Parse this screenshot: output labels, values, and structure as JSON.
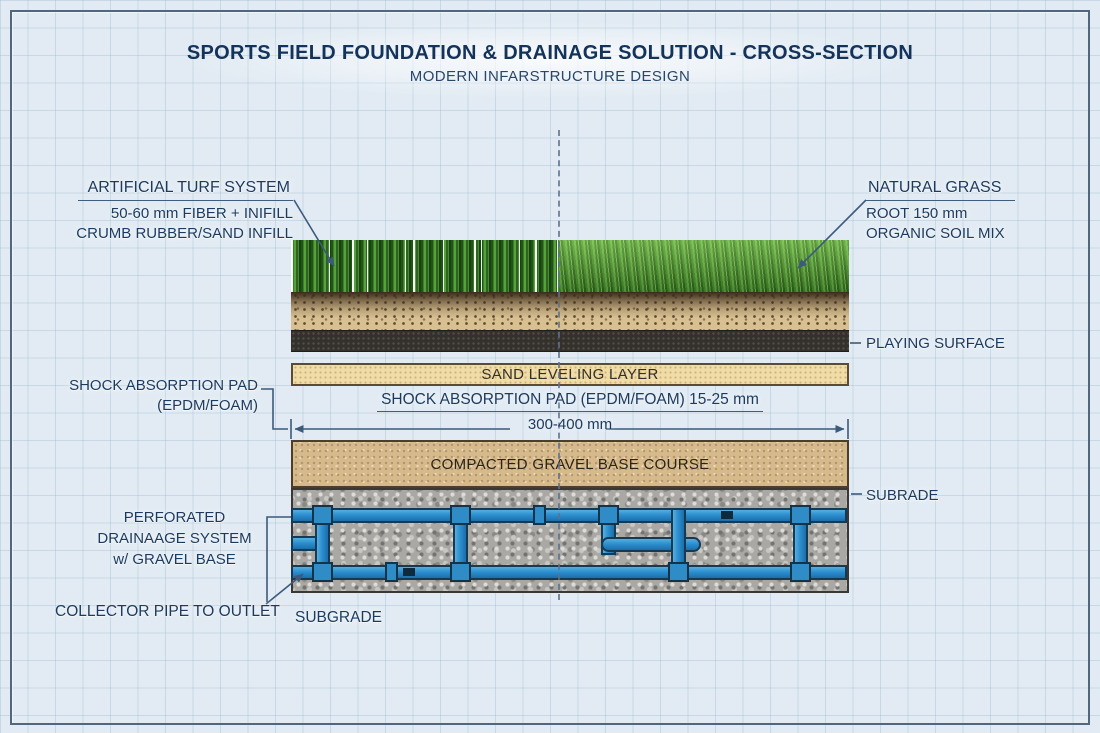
{
  "header": {
    "title": "SPORTS FIELD FOUNDATION & DRAINAGE SOLUTION - CROSS-SECTION",
    "subtitle": "MODERN INFARSTRUCTURE DESIGN"
  },
  "annotations": {
    "artificial_turf": {
      "title": "ARTIFICIAL TURF SYSTEM",
      "detail1": "50-60 mm FIBER + INIFILL",
      "detail2": "CRUMB RUBBER/SAND INFILL"
    },
    "natural_grass": {
      "title": "NATURAL GRASS",
      "detail1": "ROOT 150 mm",
      "detail2": "ORGANIC SOIL MIX"
    },
    "playing_surface": "PLAYING SURFACE",
    "shock_pad": {
      "line1": "SHOCK ABSORPTION PAD",
      "line2": "(EPDM/FOAM)"
    },
    "shock_pad_spec": "SHOCK ABSORPTION PAD (EPDM/FOAM) 15-25 mm",
    "base_depth": "300-400 mm",
    "subrade": "SUBRADE",
    "drainage_system": {
      "line1": "PERFORATED",
      "line2": "DRAINAAGE SYSTEM",
      "line3": "w/ GRAVEL BASE"
    },
    "collector": "COLLECTOR PIPE TO OUTLET",
    "subgrade": "SUBGRADE"
  },
  "layer_labels": {
    "sand_leveling": "SAND LEVELING LAYER",
    "gravel_base": "COMPACTED GRAVEL BASE COURSE"
  },
  "colors": {
    "ink_navy": "#1c3a5e",
    "pipe_blue": "#2b8fd0",
    "turf_green": "#3c7d28",
    "grass_green": "#5aa838",
    "root_zone_tan": "#d9c091",
    "sand_layer": "#f0dca6",
    "gravel_tan": "#d6ba8c",
    "dark_surface": "#34312d",
    "drain_gravel_gray": "#aaa8a4",
    "background_blueprint": "#e2ebf3"
  }
}
